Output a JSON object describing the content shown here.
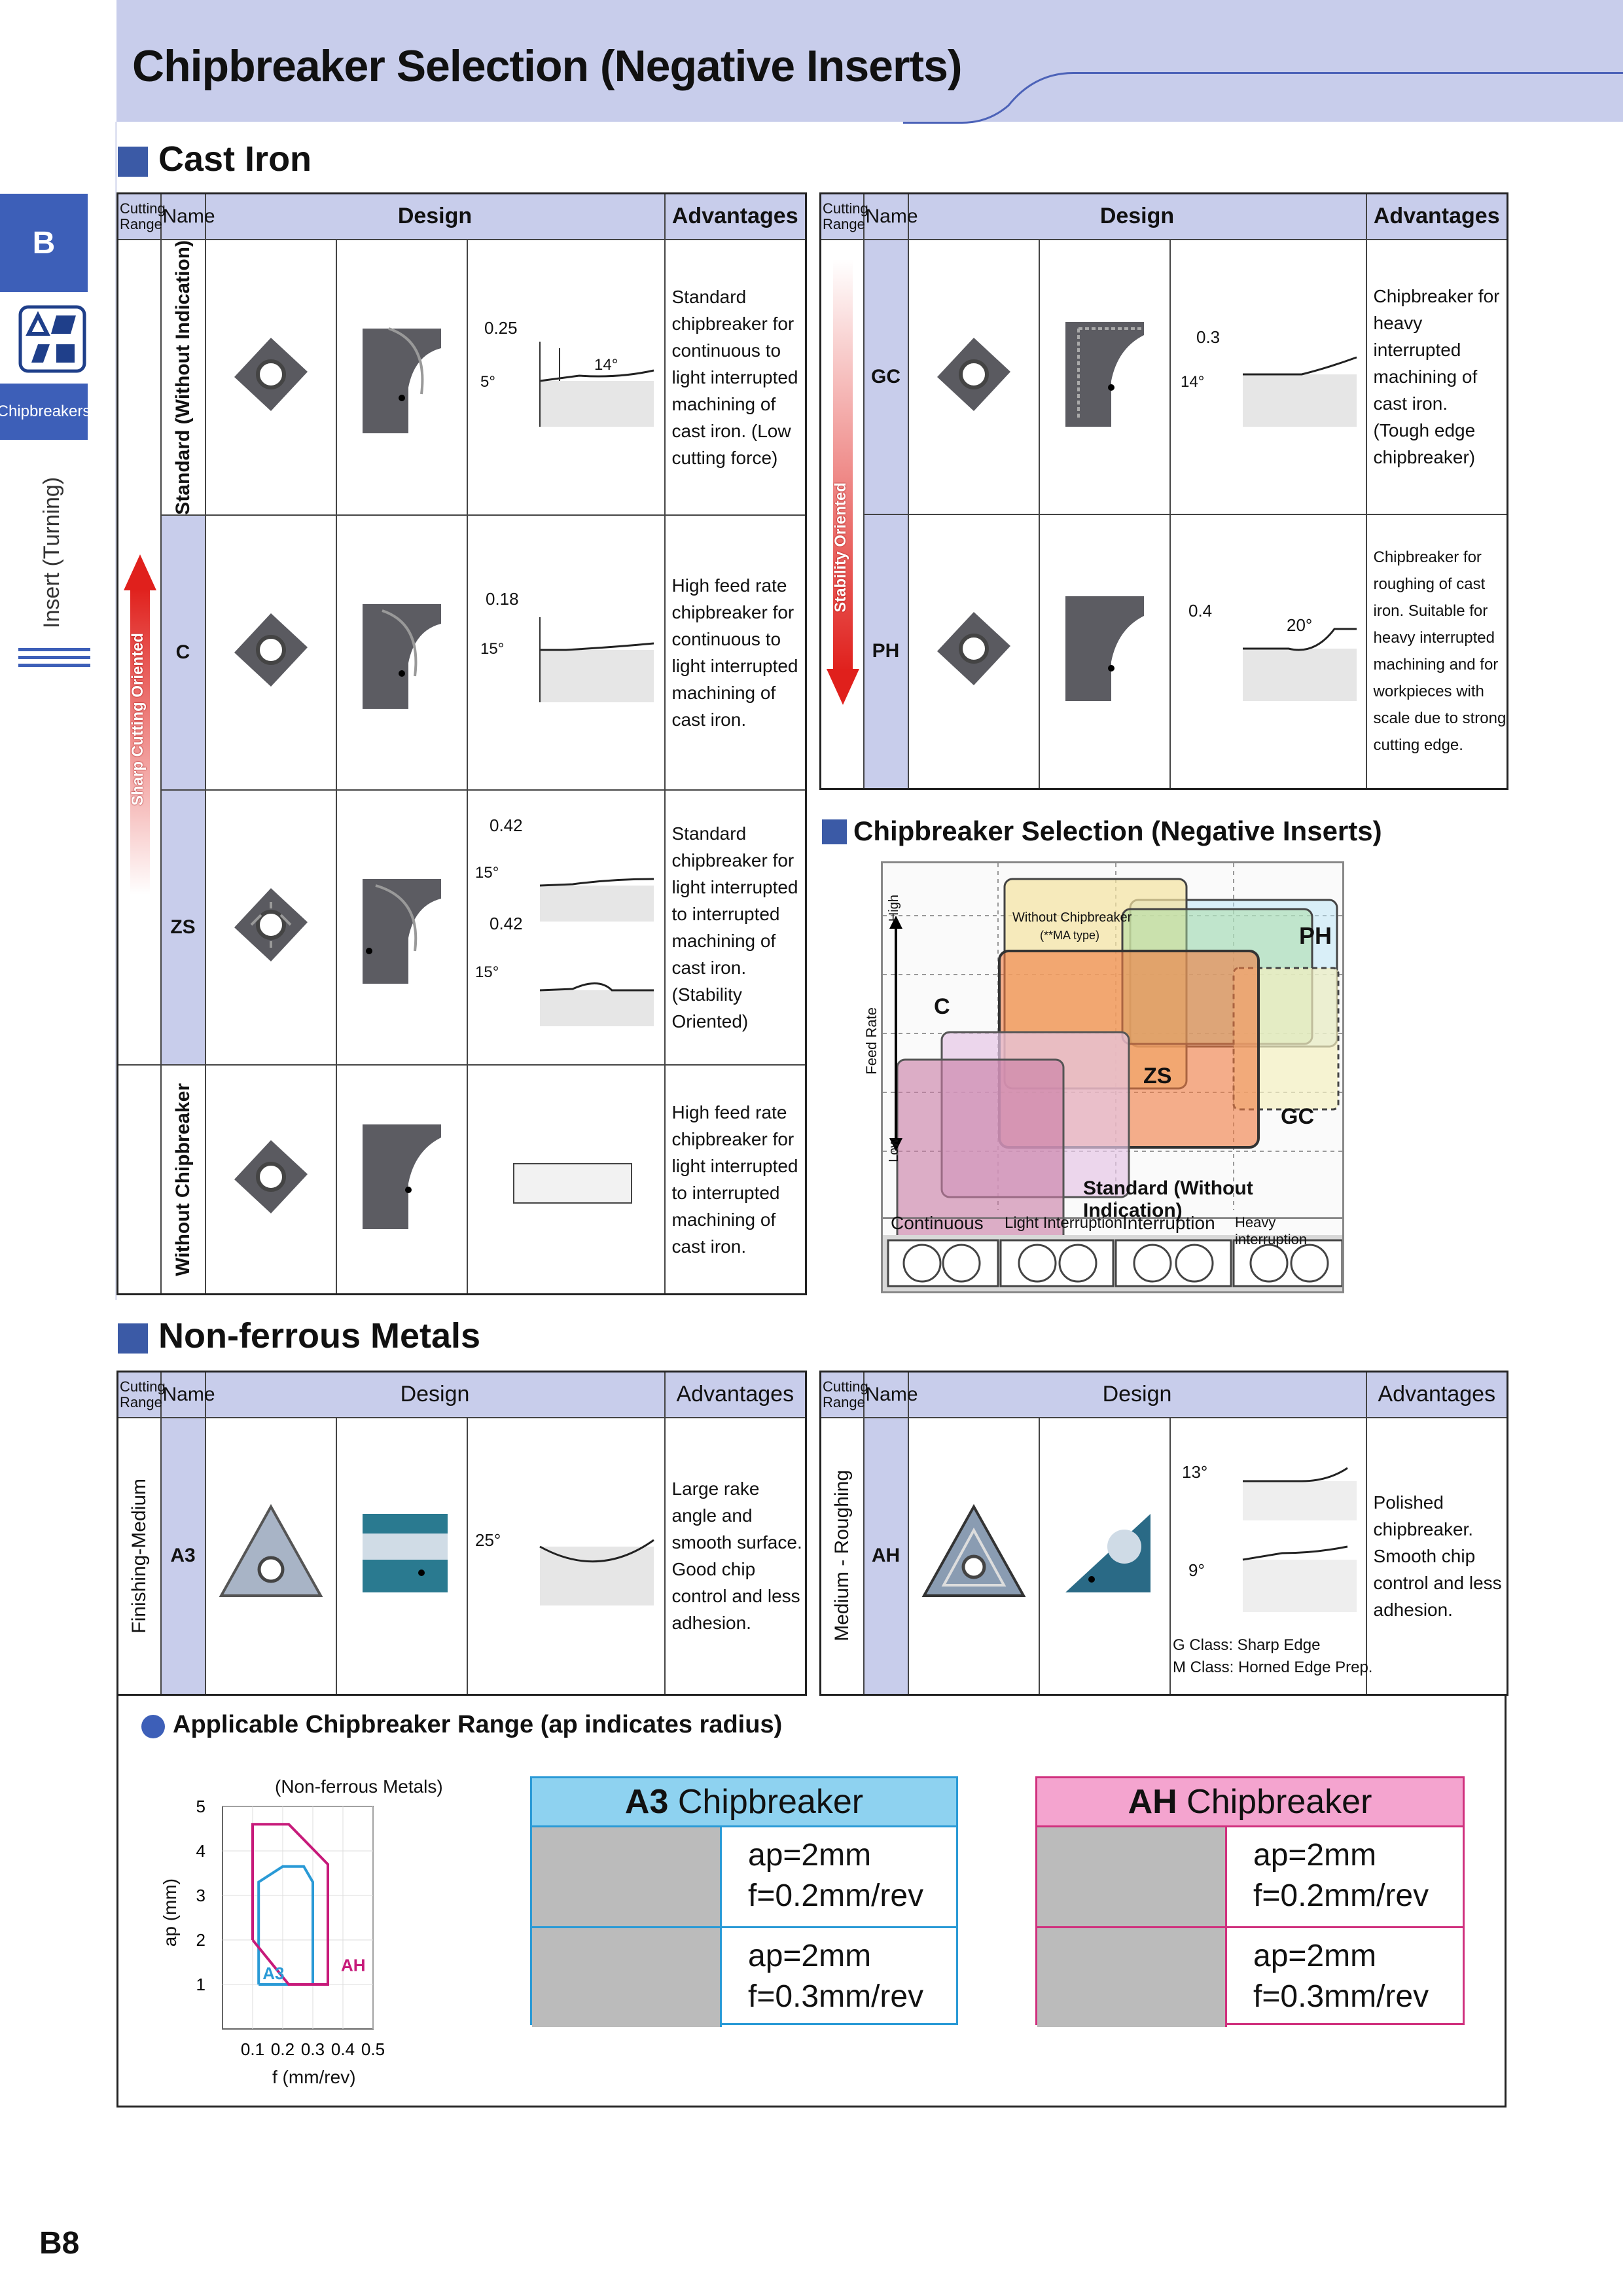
{
  "page_title": "Chipbreaker Selection (Negative Inserts)",
  "side": {
    "letter": "B",
    "tab": "Chipbreakers",
    "section": "Insert (Turning)"
  },
  "cast_iron": {
    "heading": "Cast Iron",
    "headers": {
      "range": "Cutting Range",
      "name": "Name",
      "design": "Design",
      "advantages": "Advantages"
    },
    "arrow_left": "Sharp Cutting Oriented",
    "arrow_right": "Stability Oriented",
    "left_rows": [
      {
        "range": "Standard (Without Indication)",
        "name": "",
        "dims": [
          "0.25",
          "5°",
          "14°"
        ],
        "advantages": "Standard chipbreaker for continuous to light interrupted machining of cast iron. (Low cutting force)"
      },
      {
        "range": "",
        "name": "C",
        "dims": [
          "0.18",
          "15°"
        ],
        "advantages": "High feed rate chipbreaker for continuous to light interrupted machining of cast iron."
      },
      {
        "range": "",
        "name": "ZS",
        "dims": [
          "0.42",
          "15°",
          "0.42",
          "15°"
        ],
        "advantages": "Standard chipbreaker for light interrupted to interrupted machining of cast iron. (Stability Oriented)"
      },
      {
        "range": "Without Chipbreaker",
        "name": "",
        "dims": [],
        "advantages": "High feed rate chipbreaker for light interrupted to interrupted machining of cast iron."
      }
    ],
    "right_rows": [
      {
        "name": "GC",
        "dims": [
          "0.3",
          "14°"
        ],
        "advantages": "Chipbreaker for heavy interrupted machining of cast iron. (Tough edge chipbreaker)"
      },
      {
        "name": "PH",
        "dims": [
          "0.4",
          "20°"
        ],
        "advantages": "Chipbreaker for roughing of cast iron. Suitable for heavy interrupted machining and for workpieces with scale due to strong cutting edge."
      }
    ]
  },
  "selection_chart": {
    "heading": "Chipbreaker Selection (Negative Inserts)",
    "y_label": "Feed Rate",
    "y_high": "High",
    "y_low": "Low",
    "x_labels": [
      "Continuous",
      "Light Interruption",
      "Interruption",
      "Heavy interruption"
    ],
    "regions": [
      "Without Chipbreaker",
      "(**MA type)",
      "PH",
      "C",
      "ZS",
      "GC",
      "Standard (Without Indication)"
    ]
  },
  "non_ferrous": {
    "heading": "Non-ferrous Metals",
    "left": {
      "range": "Finishing-Medium",
      "name": "A3",
      "dims": [
        "25°"
      ],
      "advantages": "Large rake angle and smooth surface. Good chip control and less adhesion."
    },
    "right": {
      "range": "Medium - Roughing",
      "name": "AH",
      "dims": [
        "13°",
        "9°"
      ],
      "class_g": "G Class: Sharp Edge",
      "class_m": "M Class: Horned Edge Prep.",
      "advantages": "Polished chipbreaker. Smooth chip control and less adhesion."
    }
  },
  "range_section": {
    "heading": "Applicable Chipbreaker Range (ap indicates radius)",
    "chart_title": "(Non-ferrous Metals)"
  },
  "chart_data": {
    "type": "area",
    "title": "(Non-ferrous Metals)",
    "xlabel": "f (mm/rev)",
    "ylabel": "ap (mm)",
    "x_ticks": [
      "0.1",
      "0.2",
      "0.3",
      "0.4",
      "0.5"
    ],
    "y_ticks": [
      "1",
      "2",
      "3",
      "4",
      "5"
    ],
    "xlim": [
      0,
      0.5
    ],
    "ylim": [
      0,
      5
    ],
    "series": [
      {
        "name": "A3",
        "color": "#2a9ad6",
        "polygon": [
          [
            0.12,
            1.0
          ],
          [
            0.12,
            3.3
          ],
          [
            0.2,
            3.65
          ],
          [
            0.27,
            3.65
          ],
          [
            0.3,
            3.3
          ],
          [
            0.3,
            1.0
          ],
          [
            0.12,
            1.0
          ]
        ]
      },
      {
        "name": "AH",
        "color": "#c71a7a",
        "polygon": [
          [
            0.1,
            2.0
          ],
          [
            0.1,
            4.6
          ],
          [
            0.22,
            4.6
          ],
          [
            0.35,
            3.7
          ],
          [
            0.35,
            1.0
          ],
          [
            0.22,
            1.0
          ],
          [
            0.1,
            2.0
          ]
        ]
      }
    ]
  },
  "cards": [
    {
      "name": "A3",
      "suffix": " Chipbreaker",
      "rows": [
        {
          "ap": "ap=2mm",
          "f": "f=0.2mm/rev"
        },
        {
          "ap": "ap=2mm",
          "f": "f=0.3mm/rev"
        }
      ]
    },
    {
      "name": "AH",
      "suffix": " Chipbreaker",
      "rows": [
        {
          "ap": "ap=2mm",
          "f": "f=0.2mm/rev"
        },
        {
          "ap": "ap=2mm",
          "f": "f=0.3mm/rev"
        }
      ]
    }
  ],
  "page_number": "B8",
  "colors": {
    "header_band": "#c8cdeb",
    "accent_blue": "#3d5fb8",
    "a3_blue": "#2a9ad6",
    "ah_pink": "#c71a7a"
  }
}
